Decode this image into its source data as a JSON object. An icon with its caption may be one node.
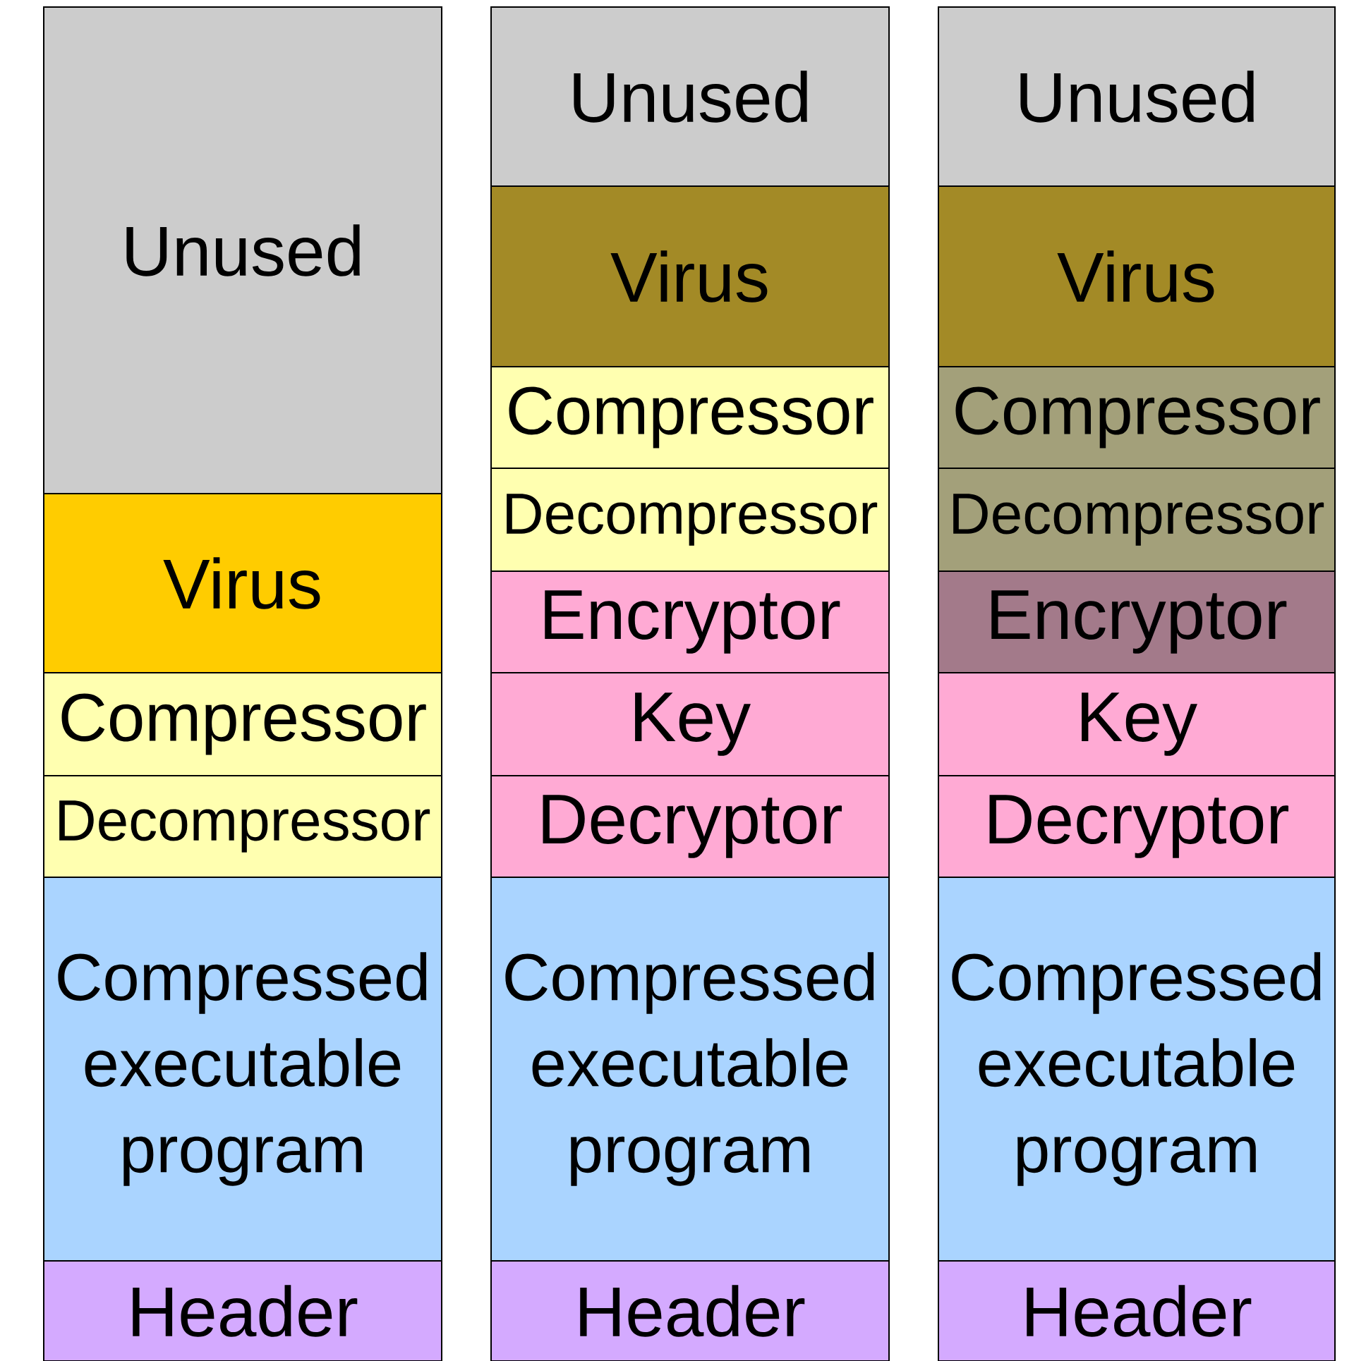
{
  "diagram": {
    "nodes": [
      {
        "text": [
          "Unused"
        ]
      },
      {
        "text": [
          "Virus"
        ]
      },
      {
        "text": [
          "Compressor"
        ]
      },
      {
        "text": [
          "Decompressor"
        ]
      },
      {
        "text": [
          "Compressed executable program"
        ]
      },
      {
        "text": [
          "Header"
        ]
      },
      {
        "text": [
          "Unused"
        ]
      },
      {
        "text": [
          "Virus"
        ]
      },
      {
        "text": [
          "Compressor"
        ]
      },
      {
        "text": [
          "Decompressor"
        ]
      },
      {
        "text": [
          "Encryptor"
        ]
      },
      {
        "text": [
          "Key"
        ]
      },
      {
        "text": [
          "Decryptor"
        ]
      },
      {
        "text": [
          "Compressed executable program"
        ]
      },
      {
        "text": [
          "Header"
        ]
      },
      {
        "text": [
          "Unused"
        ]
      },
      {
        "text": [
          "Virus"
        ]
      },
      {
        "text": [
          "Compressor"
        ]
      },
      {
        "text": [
          "Decompressor"
        ]
      },
      {
        "text": [
          "Encryptor"
        ]
      },
      {
        "text": [
          "Key"
        ]
      },
      {
        "text": [
          "Decryptor"
        ]
      },
      {
        "text": [
          "Compressed executable program"
        ]
      },
      {
        "text": [
          "Header"
        ]
      }
    ]
  }
}
